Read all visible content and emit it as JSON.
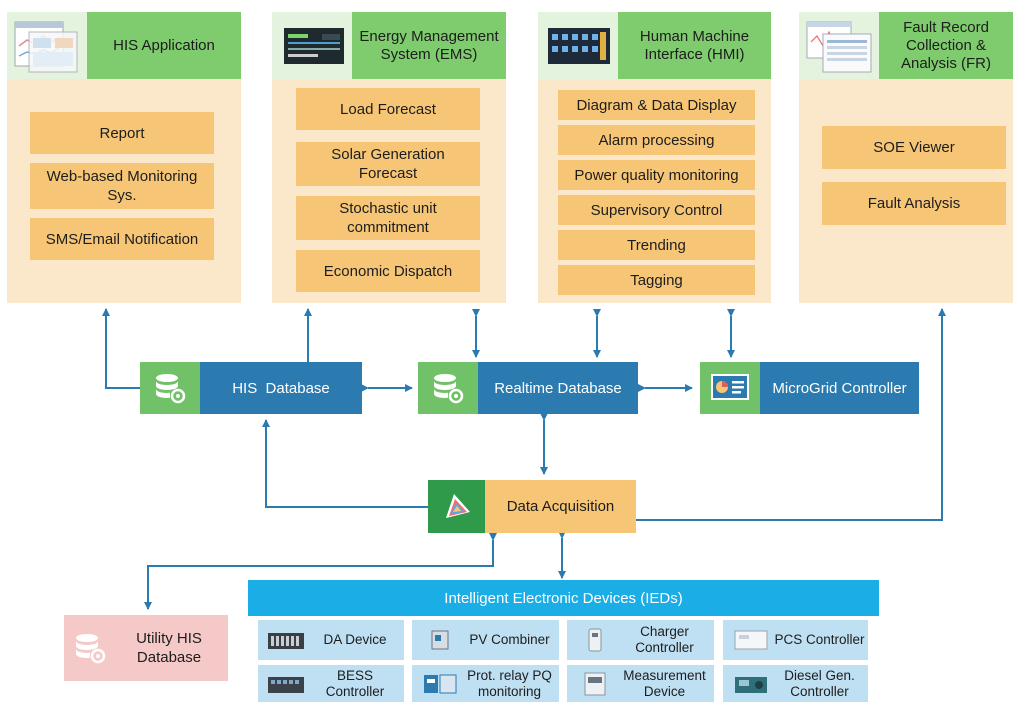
{
  "panels": {
    "his_app": {
      "title": "HIS Application",
      "items": [
        "Report",
        "Web-based Monitoring Sys.",
        "SMS/Email Notification"
      ]
    },
    "ems": {
      "title": "Energy Management System (EMS)",
      "items": [
        "Load Forecast",
        "Solar Generation Forecast",
        "Stochastic unit commitment",
        "Economic Dispatch"
      ]
    },
    "hmi": {
      "title": "Human Machine Interface (HMI)",
      "items": [
        "Diagram & Data Display",
        "Alarm processing",
        "Power quality monitoring",
        "Supervisory Control",
        "Trending",
        "Tagging"
      ]
    },
    "fr": {
      "title": "Fault Record Collection & Analysis (FR)",
      "items": [
        "SOE Viewer",
        "Fault Analysis"
      ]
    }
  },
  "databases": {
    "his": "HIS  Database",
    "realtime": "Realtime Database",
    "microgrid": "MicroGrid Controller",
    "acquisition": "Data Acquisition",
    "utility": "Utility HIS Database"
  },
  "ieds": {
    "title": "Intelligent Electronic Devices (IEDs)",
    "devices": [
      "DA Device",
      "PV Combiner",
      "Charger Controller",
      "PCS Controller",
      "BESS Controller",
      "Prot. relay PQ monitoring",
      "Measurement Device",
      "Diesel Gen. Controller"
    ]
  },
  "colors": {
    "panel_bg": "#fbe8cb",
    "panel_head": "#7fcc6e",
    "function_box": "#f6c676",
    "database_blue": "#2b7bb0",
    "database_icon_green": "#70c167",
    "ied_bar": "#1baee6",
    "ied_cell": "#bfdff3",
    "utility_pink": "#f6c9c9",
    "arrow": "#2b7bb0"
  }
}
